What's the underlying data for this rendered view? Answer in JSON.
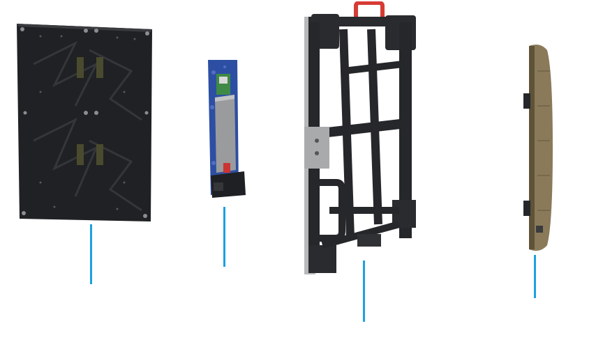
{
  "scene": {
    "background": "#ffffff",
    "leader_color": "#1ba1e2",
    "components": [
      {
        "name": "led-module",
        "color": "#1e1f22"
      },
      {
        "name": "receiving-card-power-box",
        "board_color": "#2d4fa3",
        "box_color": "#9a9b9d"
      },
      {
        "name": "cabinet-frame",
        "color": "#26272a",
        "handle_color": "#d63b34",
        "edge_color": "#b7b8ba"
      },
      {
        "name": "side-edge-cover",
        "color": "#8a7a5a"
      }
    ]
  }
}
